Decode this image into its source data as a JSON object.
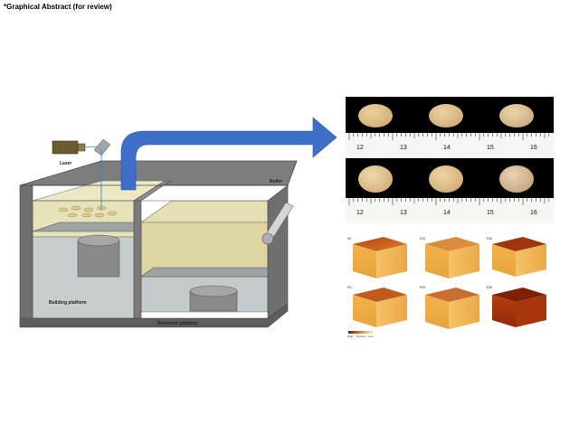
{
  "header": {
    "title": "*Graphical Abstract (for review)"
  },
  "labels": {
    "laser": "Laser",
    "roller": "Roller",
    "building_platform": "Building platform",
    "reservoir_platform": "Reservoir platform"
  },
  "ruler_top": {
    "numbers": [
      "12",
      "13",
      "14",
      "15",
      "16"
    ]
  },
  "ruler_bottom": {
    "numbers": [
      "12",
      "13",
      "14",
      "15",
      "16"
    ]
  },
  "cubes": {
    "labels": [
      "K0",
      "K20",
      "K30",
      "E3",
      "E20",
      "E30"
    ],
    "legend_high": "High",
    "legend_title": "Density",
    "legend_low": "Low"
  },
  "colors": {
    "arrow": "#3d6fc9",
    "powder": "#d8d3a2",
    "tablet": "#d9b886",
    "cube_light": "#f0b64c",
    "cube_dark": "#a5340d"
  }
}
